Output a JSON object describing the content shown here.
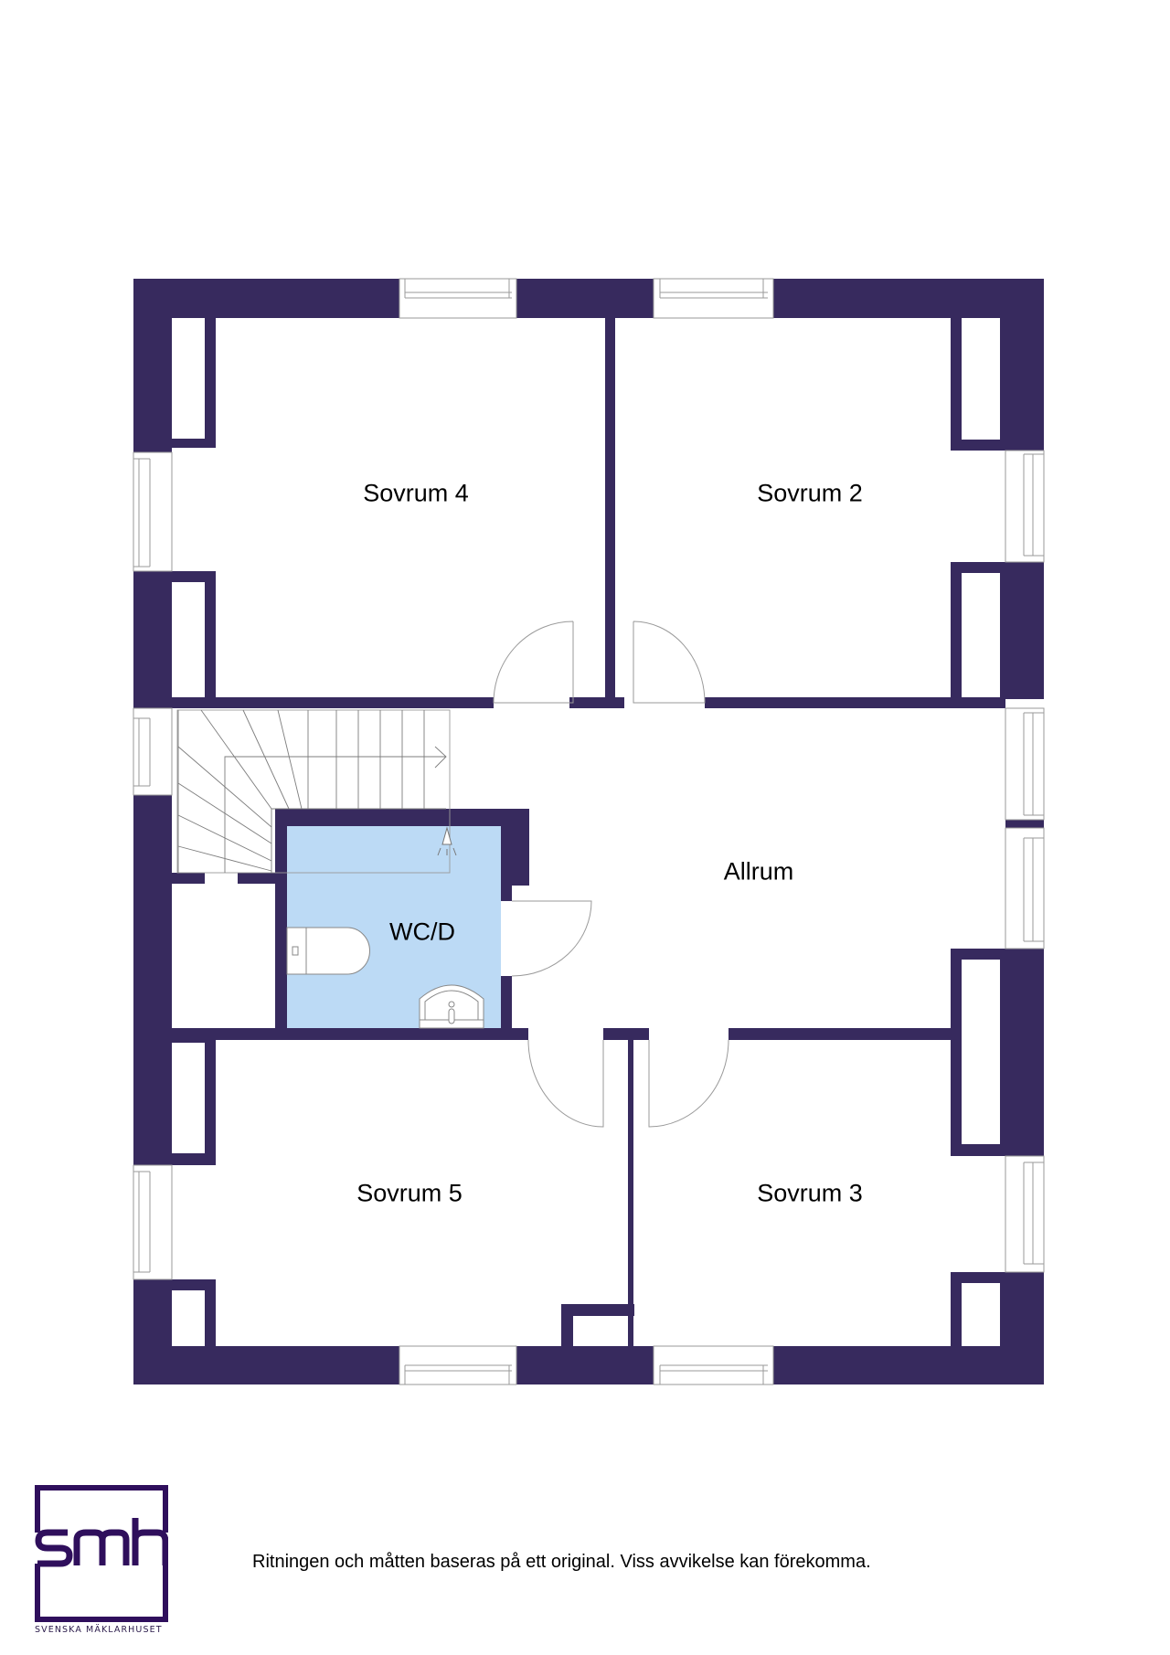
{
  "floorplan": {
    "wall_color": "#372a5e",
    "wet_room_color": "#bcdaf5",
    "line_color": "#9a9a9a",
    "rooms": [
      {
        "id": "sovrum4",
        "label": "Sovrum 4"
      },
      {
        "id": "sovrum2",
        "label": "Sovrum 2"
      },
      {
        "id": "allrum",
        "label": "Allrum"
      },
      {
        "id": "wcd",
        "label": "WC/D"
      },
      {
        "id": "sovrum5",
        "label": "Sovrum 5"
      },
      {
        "id": "sovrum3",
        "label": "Sovrum 3"
      }
    ],
    "fixtures": [
      "staircase",
      "shower",
      "toilet",
      "sink"
    ]
  },
  "footer": {
    "disclaimer": "Ritningen och måtten baseras på ett original. Viss avvikelse kan förekomma.",
    "logo_text": "smh",
    "logo_subtitle": "SVENSKA MÄKLARHUSET",
    "brand_color": "#2f0f5c"
  }
}
